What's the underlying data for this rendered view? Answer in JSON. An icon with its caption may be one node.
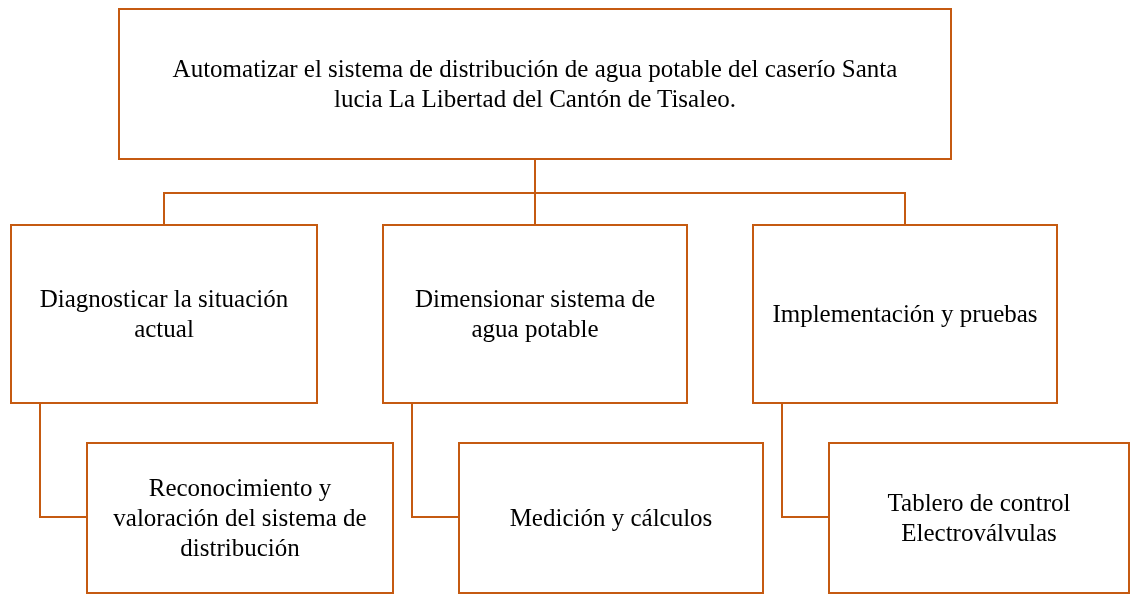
{
  "diagram": {
    "nodes": [
      {
        "text": [
          "Automatizar el sistema de distribución de agua potable del caserío Santa lucia La Libertad del Cantón de Tisaleo."
        ]
      },
      {
        "text": [
          "Diagnosticar la situación actual"
        ]
      },
      {
        "text": [
          "Dimensionar sistema de agua potable"
        ]
      },
      {
        "text": [
          "Implementación y pruebas"
        ]
      },
      {
        "text": [
          "Reconocimiento y valoración del sistema de distribución"
        ]
      },
      {
        "text": [
          "Medición y cálculos"
        ]
      },
      {
        "text": [
          "Tablero de control",
          "Electroválvulas"
        ]
      }
    ],
    "edges": [
      {
        "from": 0,
        "to": 1,
        "arrow": "none"
      },
      {
        "from": 0,
        "to": 2,
        "arrow": "none"
      },
      {
        "from": 0,
        "to": 3,
        "arrow": "none"
      },
      {
        "from": 1,
        "to": 4,
        "arrow": "none"
      },
      {
        "from": 2,
        "to": 5,
        "arrow": "none"
      },
      {
        "from": 3,
        "to": 6,
        "arrow": "none"
      }
    ]
  }
}
